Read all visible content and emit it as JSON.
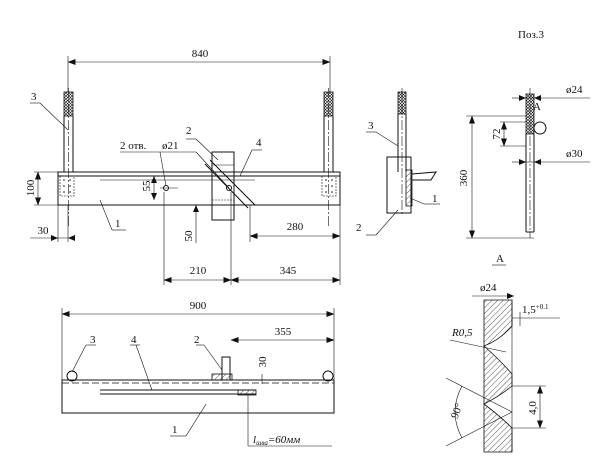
{
  "position_label": "Поз.3",
  "plan": {
    "dim_top": "840",
    "holes_note": "2 отв.",
    "hole_dia": "ø21",
    "dim_height": "100",
    "dim_55": "55",
    "dim_30": "30",
    "dim_50": "50",
    "dim_280": "280",
    "dim_210": "210",
    "dim_345": "345",
    "callouts": [
      "3",
      "2",
      "4",
      "1"
    ]
  },
  "side": {
    "callouts": [
      "3",
      "1",
      "2"
    ]
  },
  "pos3": {
    "dia_top": "ø24",
    "dia_bottom": "ø30",
    "dim_72": "72",
    "dim_360": "360",
    "detail_ref": "А"
  },
  "front": {
    "dim_900": "900",
    "dim_355": "355",
    "dim_30": "30",
    "weld_main": "l",
    "weld_sub": "шва",
    "weld_eq": "=60мм",
    "callouts": [
      "3",
      "4",
      "2",
      "1"
    ]
  },
  "detail_a": {
    "title": "А",
    "dia": "ø24",
    "radius": "R0,5",
    "pitch_main": "1,5",
    "pitch_tol": "+0.1",
    "angle": "90°",
    "depth": "4,0"
  }
}
